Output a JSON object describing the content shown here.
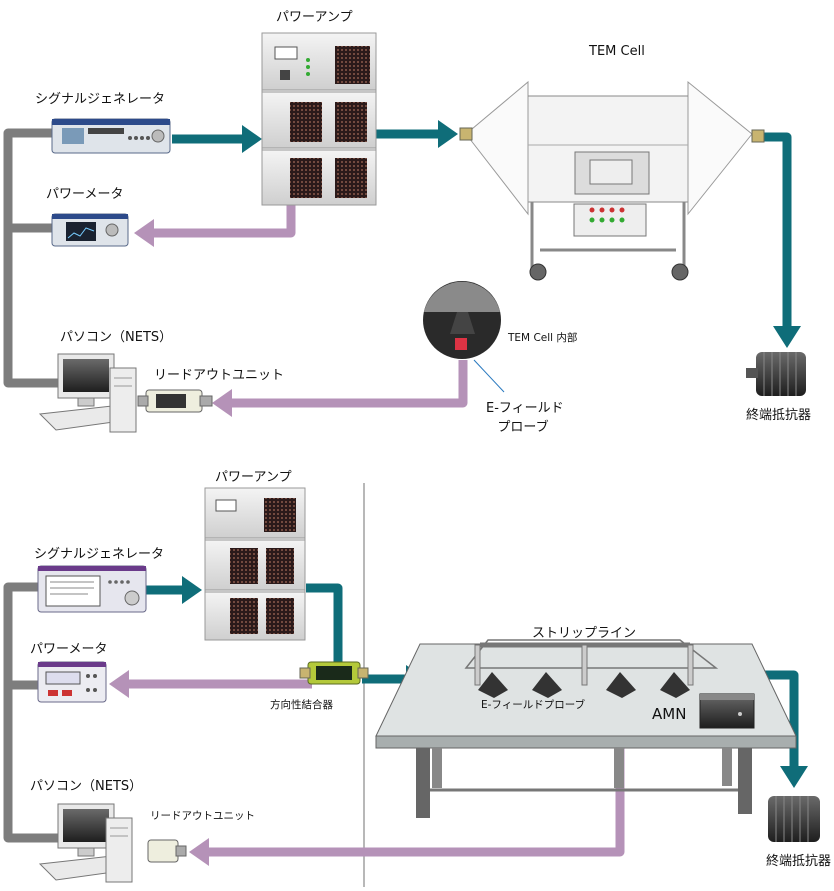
{
  "top": {
    "power_amp": "パワーアンプ",
    "signal_generator": "シグナルジェネレータ",
    "power_meter": "パワーメータ",
    "pc": "パソコン（NETS）",
    "readout_unit": "リードアウトユニット",
    "tem_cell": "TEM Cell",
    "tem_cell_inside": "TEM Cell 内部",
    "probe_line1": "E-フィールド",
    "probe_line2": "プローブ",
    "terminator": "終端抵抗器"
  },
  "bottom": {
    "power_amp": "パワーアンプ",
    "signal_generator": "シグナルジェネレータ",
    "power_meter": "パワーメータ",
    "pc": "パソコン（NETS）",
    "readout_unit": "リードアウトユニット",
    "stripline": "ストリップライン",
    "probe": "E-フィールドプローブ",
    "amn": "AMN",
    "coupler": "方向性結合器",
    "terminator": "終端抵抗器"
  },
  "colors": {
    "rf_path": "#0f6d79",
    "data_path": "#b592b8",
    "control_path": "#7d7d7d",
    "divider": "#b8b8b8"
  }
}
